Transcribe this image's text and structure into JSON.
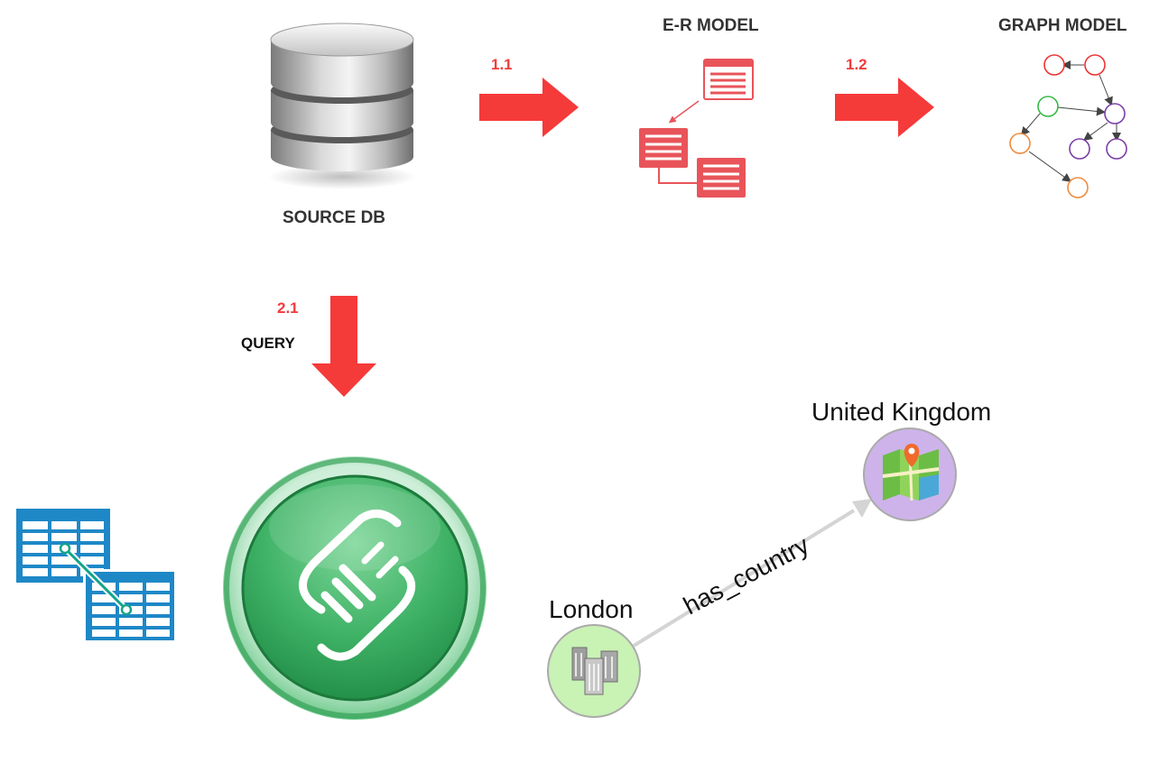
{
  "colors": {
    "accent_red": "#f23b3b",
    "arrow_red": "#f53a3a",
    "er_red": "#e8545a",
    "graph_red": "#ee3333",
    "graph_green": "#33bb44",
    "graph_purple": "#7a3fa6",
    "graph_orange": "#f08a3c",
    "etl_green": "#2e9e52",
    "table_blue": "#1e88c7",
    "table_teal": "#14a38a",
    "uk_node_fill": "#cdb3ea",
    "london_node_fill": "#c9f2b5",
    "edge_gray": "#d4d4d4"
  },
  "labels": {
    "source_db": "SOURCE DB",
    "er_model": "E-R MODEL",
    "graph_model": "GRAPH MODEL",
    "query": "QUERY"
  },
  "steps": {
    "step_1_1": "1.1",
    "step_1_2": "1.2",
    "step_2_1": "2.1"
  },
  "graph_example": {
    "node_uk": "United Kingdom",
    "node_london": "London",
    "edge_label": "has_country"
  },
  "icons": {
    "database": "database-icon",
    "er_diagram": "er-diagram-icon",
    "graph": "graph-model-icon",
    "etl": "etl-plug-icon",
    "tables": "linked-tables-icon",
    "map": "map-icon",
    "buildings": "buildings-icon"
  }
}
